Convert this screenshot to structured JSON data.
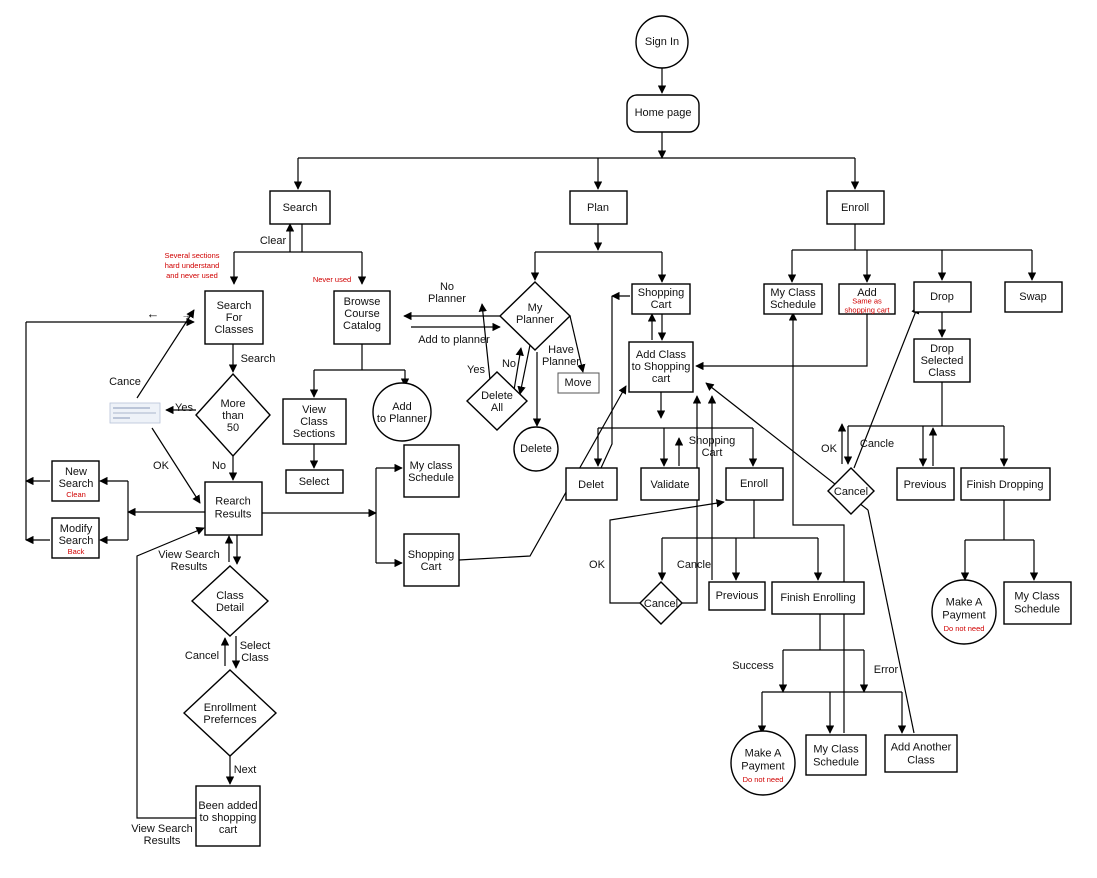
{
  "nodes": {
    "signin": {
      "label": "Sign In"
    },
    "home": {
      "label": "Home page"
    },
    "search": {
      "label": "Search"
    },
    "plan": {
      "label": "Plan"
    },
    "enroll": {
      "label": "Enroll"
    },
    "search_classes": {
      "label": "Search\nFor\nClasses"
    },
    "browse_catalog": {
      "label": "Browse\nCourse\nCatalog"
    },
    "more_than_50": {
      "label": "More\nthan\n50"
    },
    "rearch_results": {
      "label": "Rearch\nResults"
    },
    "new_search": {
      "label": "New\nSearch"
    },
    "modify_search": {
      "label": "Modify\nSearch"
    },
    "class_detail": {
      "label": "Class\nDetail"
    },
    "enrollment_prefs": {
      "label": "Enrollment\nPrefernces"
    },
    "been_added": {
      "label": "Been added\nto shopping\ncart"
    },
    "view_class_sections": {
      "label": "View\nClass\nSections"
    },
    "select": {
      "label": "Select"
    },
    "add_to_planner": {
      "label": "Add\nto Planner"
    },
    "my_class_schedule_mid": {
      "label": "My class\nSchedule"
    },
    "shopping_cart_mid": {
      "label": "Shopping\nCart"
    },
    "my_planner": {
      "label": "My\nPlanner"
    },
    "delete_all": {
      "label": "Delete\nAll"
    },
    "delete": {
      "label": "Delete"
    },
    "move": {
      "label": "Move"
    },
    "shopping_cart_plan": {
      "label": "Shopping\nCart"
    },
    "add_class_cart": {
      "label": "Add Class\nto Shopping\ncart"
    },
    "delet": {
      "label": "Delet"
    },
    "validate": {
      "label": "Validate"
    },
    "enroll_sub": {
      "label": "Enroll"
    },
    "cancel_enroll": {
      "label": "Cancel"
    },
    "previous_enroll": {
      "label": "Previous"
    },
    "finish_enrolling": {
      "label": "Finish Enrolling"
    },
    "make_payment_1": {
      "label": "Make A\nPayment"
    },
    "my_class_schedule_bottom": {
      "label": "My Class\nSchedule"
    },
    "add_another_class": {
      "label": "Add Another\nClass"
    },
    "my_class_schedule_enroll": {
      "label": "My Class\nSchedule"
    },
    "add": {
      "label": "Add"
    },
    "drop": {
      "label": "Drop"
    },
    "swap": {
      "label": "Swap"
    },
    "drop_selected": {
      "label": "Drop\nSelected\nClass"
    },
    "cancel_drop": {
      "label": "Cancel"
    },
    "previous_drop": {
      "label": "Previous"
    },
    "finish_dropping": {
      "label": "Finish Dropping"
    },
    "make_payment_2": {
      "label": "Make A\nPayment"
    },
    "my_class_schedule_right": {
      "label": "My Class\nSchedule"
    }
  },
  "notes": {
    "several_sections": "Several sections\nhard understand\nand never used",
    "never_used": "Never used",
    "clean": "Clean",
    "back": "Back",
    "same_as_cart": "Same as\nshopping cart",
    "do_not_need_1": "Do not need",
    "do_not_need_2": "Do not need"
  },
  "edge_labels": {
    "clear": "Clear",
    "search": "Search",
    "cance": "Cance",
    "yes_more": "Yes",
    "ok_left": "OK",
    "no_more": "No",
    "view_search_results_1": "View Search\nResults",
    "cancel_detail": "Cancel",
    "select_class": "Select\nClass",
    "next": "Next",
    "view_search_results_2": "View Search\nResults",
    "no_planner": "No\nPlanner",
    "add_to_planner_edge": "Add to planner",
    "yes_planner": "Yes",
    "no_planner_small": "No",
    "have_planner": "Have\nPlanner",
    "shopping_cart_edge": "Shopping\nCart",
    "ok_enroll": "OK",
    "cancle_enroll": "Cancle",
    "success": "Success",
    "error": "Error",
    "ok_drop": "OK",
    "cancle_drop": "Cancle",
    "arrow_left": "←",
    "arrow_right": "→"
  }
}
